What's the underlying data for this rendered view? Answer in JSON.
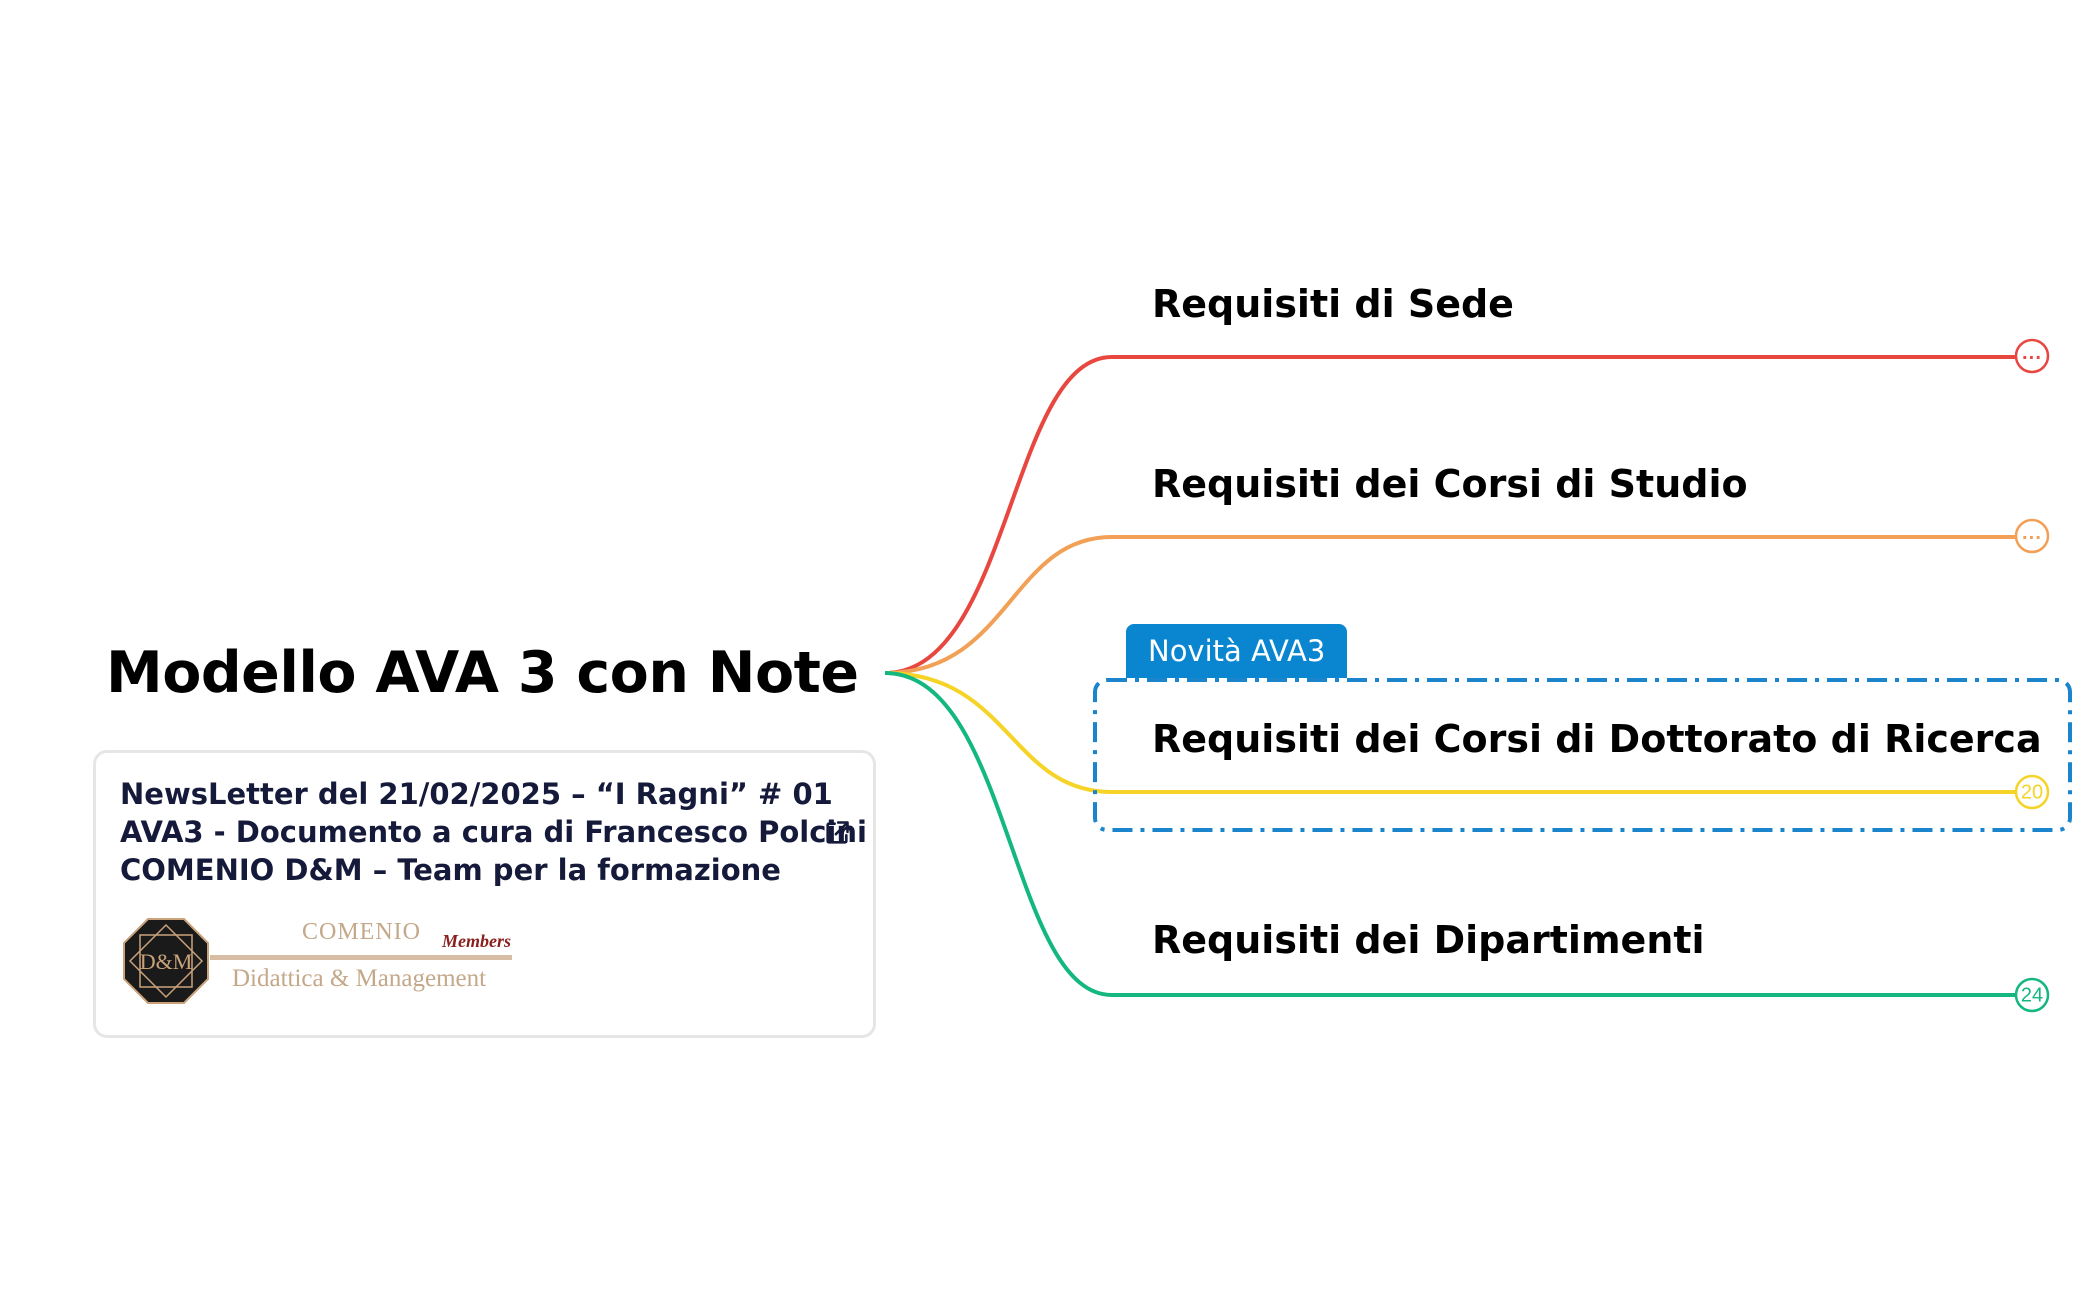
{
  "root": {
    "title": "Modello AVA 3 con Note"
  },
  "note": {
    "line1": "NewsLetter del 21/02/2025 – “I Ragni” # 01",
    "line2": "AVA3 - Documento a cura di Francesco Polcini",
    "line3": "COMENIO D&M – Team per la formazione",
    "link_icon": "external-link-icon"
  },
  "logo": {
    "comenio": "COMENIO",
    "members": "Members",
    "didattica": "Didattica & Management",
    "badge_initials": "D&M",
    "colors": {
      "badge_bg": "#1a1a1a",
      "gold": "#c9a27a",
      "accent": "#8a1f1f"
    }
  },
  "branches": [
    {
      "label": "Requisiti di Sede",
      "color": "#e8473f",
      "marker": "···"
    },
    {
      "label": "Requisiti dei Corsi di Studio",
      "color": "#f2a055",
      "marker": "···"
    },
    {
      "label": "Requisiti dei Corsi di Dottorato di Ricerca",
      "color": "#f5d327",
      "marker": "20",
      "tag": "Novità AVA3"
    },
    {
      "label": "Requisiti dei Dipartimenti",
      "color": "#13b77f",
      "marker": "24"
    }
  ],
  "colors": {
    "tag_bg": "#0a85d0",
    "highlight_border": "#1a84cc"
  }
}
